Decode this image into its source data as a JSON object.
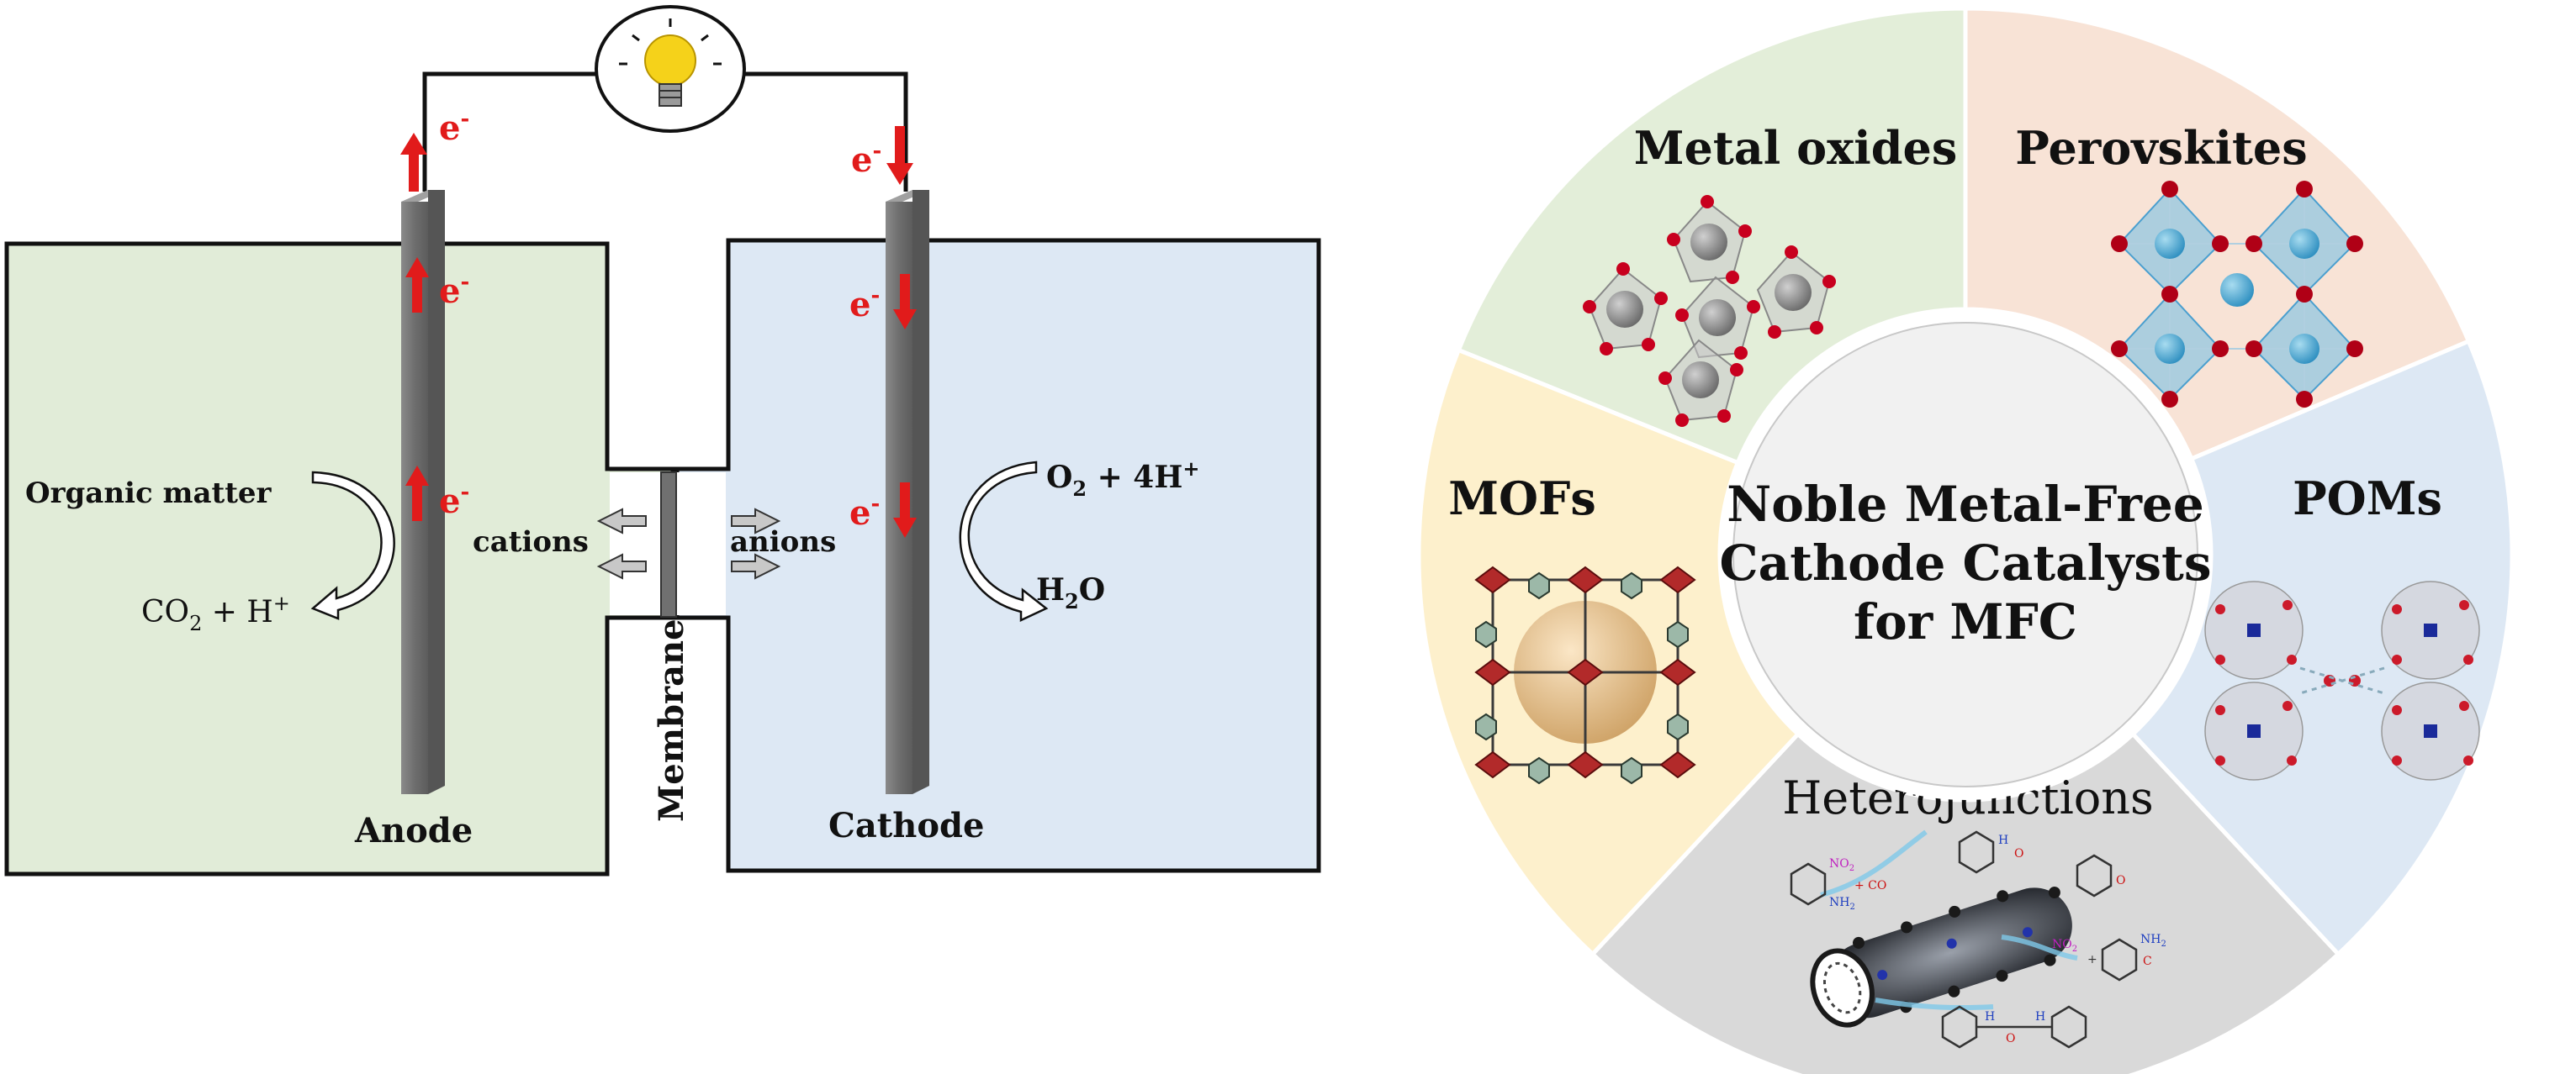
{
  "mfc": {
    "electron_label": "e",
    "electron_charge": "-",
    "organic_matter": "Organic matter",
    "products_co2": "CO",
    "products_sub": "2",
    "products_rest": " + H",
    "products_sup": "+",
    "oxygen": "O",
    "oxygen_sub": "2",
    "oxygen_rest": " + 4H",
    "oxygen_sup": "+",
    "water_h": "H",
    "water_sub": "2",
    "water_o": "O",
    "cations": "cations",
    "anions": "anions",
    "membrane": "Membrane",
    "anode": "Anode",
    "cathode": "Cathode",
    "colors": {
      "anode_chamber": "#e1ecd8",
      "cathode_chamber": "#dde8f4",
      "electrode": "#7a7a7a",
      "electron": "#e11b1b",
      "bulb": "#f5d21a"
    }
  },
  "wheel": {
    "center_line1": "Noble Metal-Free",
    "center_line2": "Cathode Catalysts",
    "center_line3": "for MFC",
    "segments": [
      {
        "label": "Metal oxides",
        "color": "#e3eed9"
      },
      {
        "label": "Perovskites",
        "color": "#f8e3d6"
      },
      {
        "label": "POMs",
        "color": "#dde8f4"
      },
      {
        "label": "Heterojunctions",
        "color": "#d9d9d9"
      },
      {
        "label": "MOFs",
        "color": "#fdf0cc"
      }
    ],
    "chem": {
      "no2": "NO",
      "no2_sub": "2",
      "nh2": "NH",
      "nh2_sub": "2",
      "plus_co": "+ CO",
      "h": "H",
      "o": "O",
      "c": "C",
      "plus": "+"
    }
  }
}
